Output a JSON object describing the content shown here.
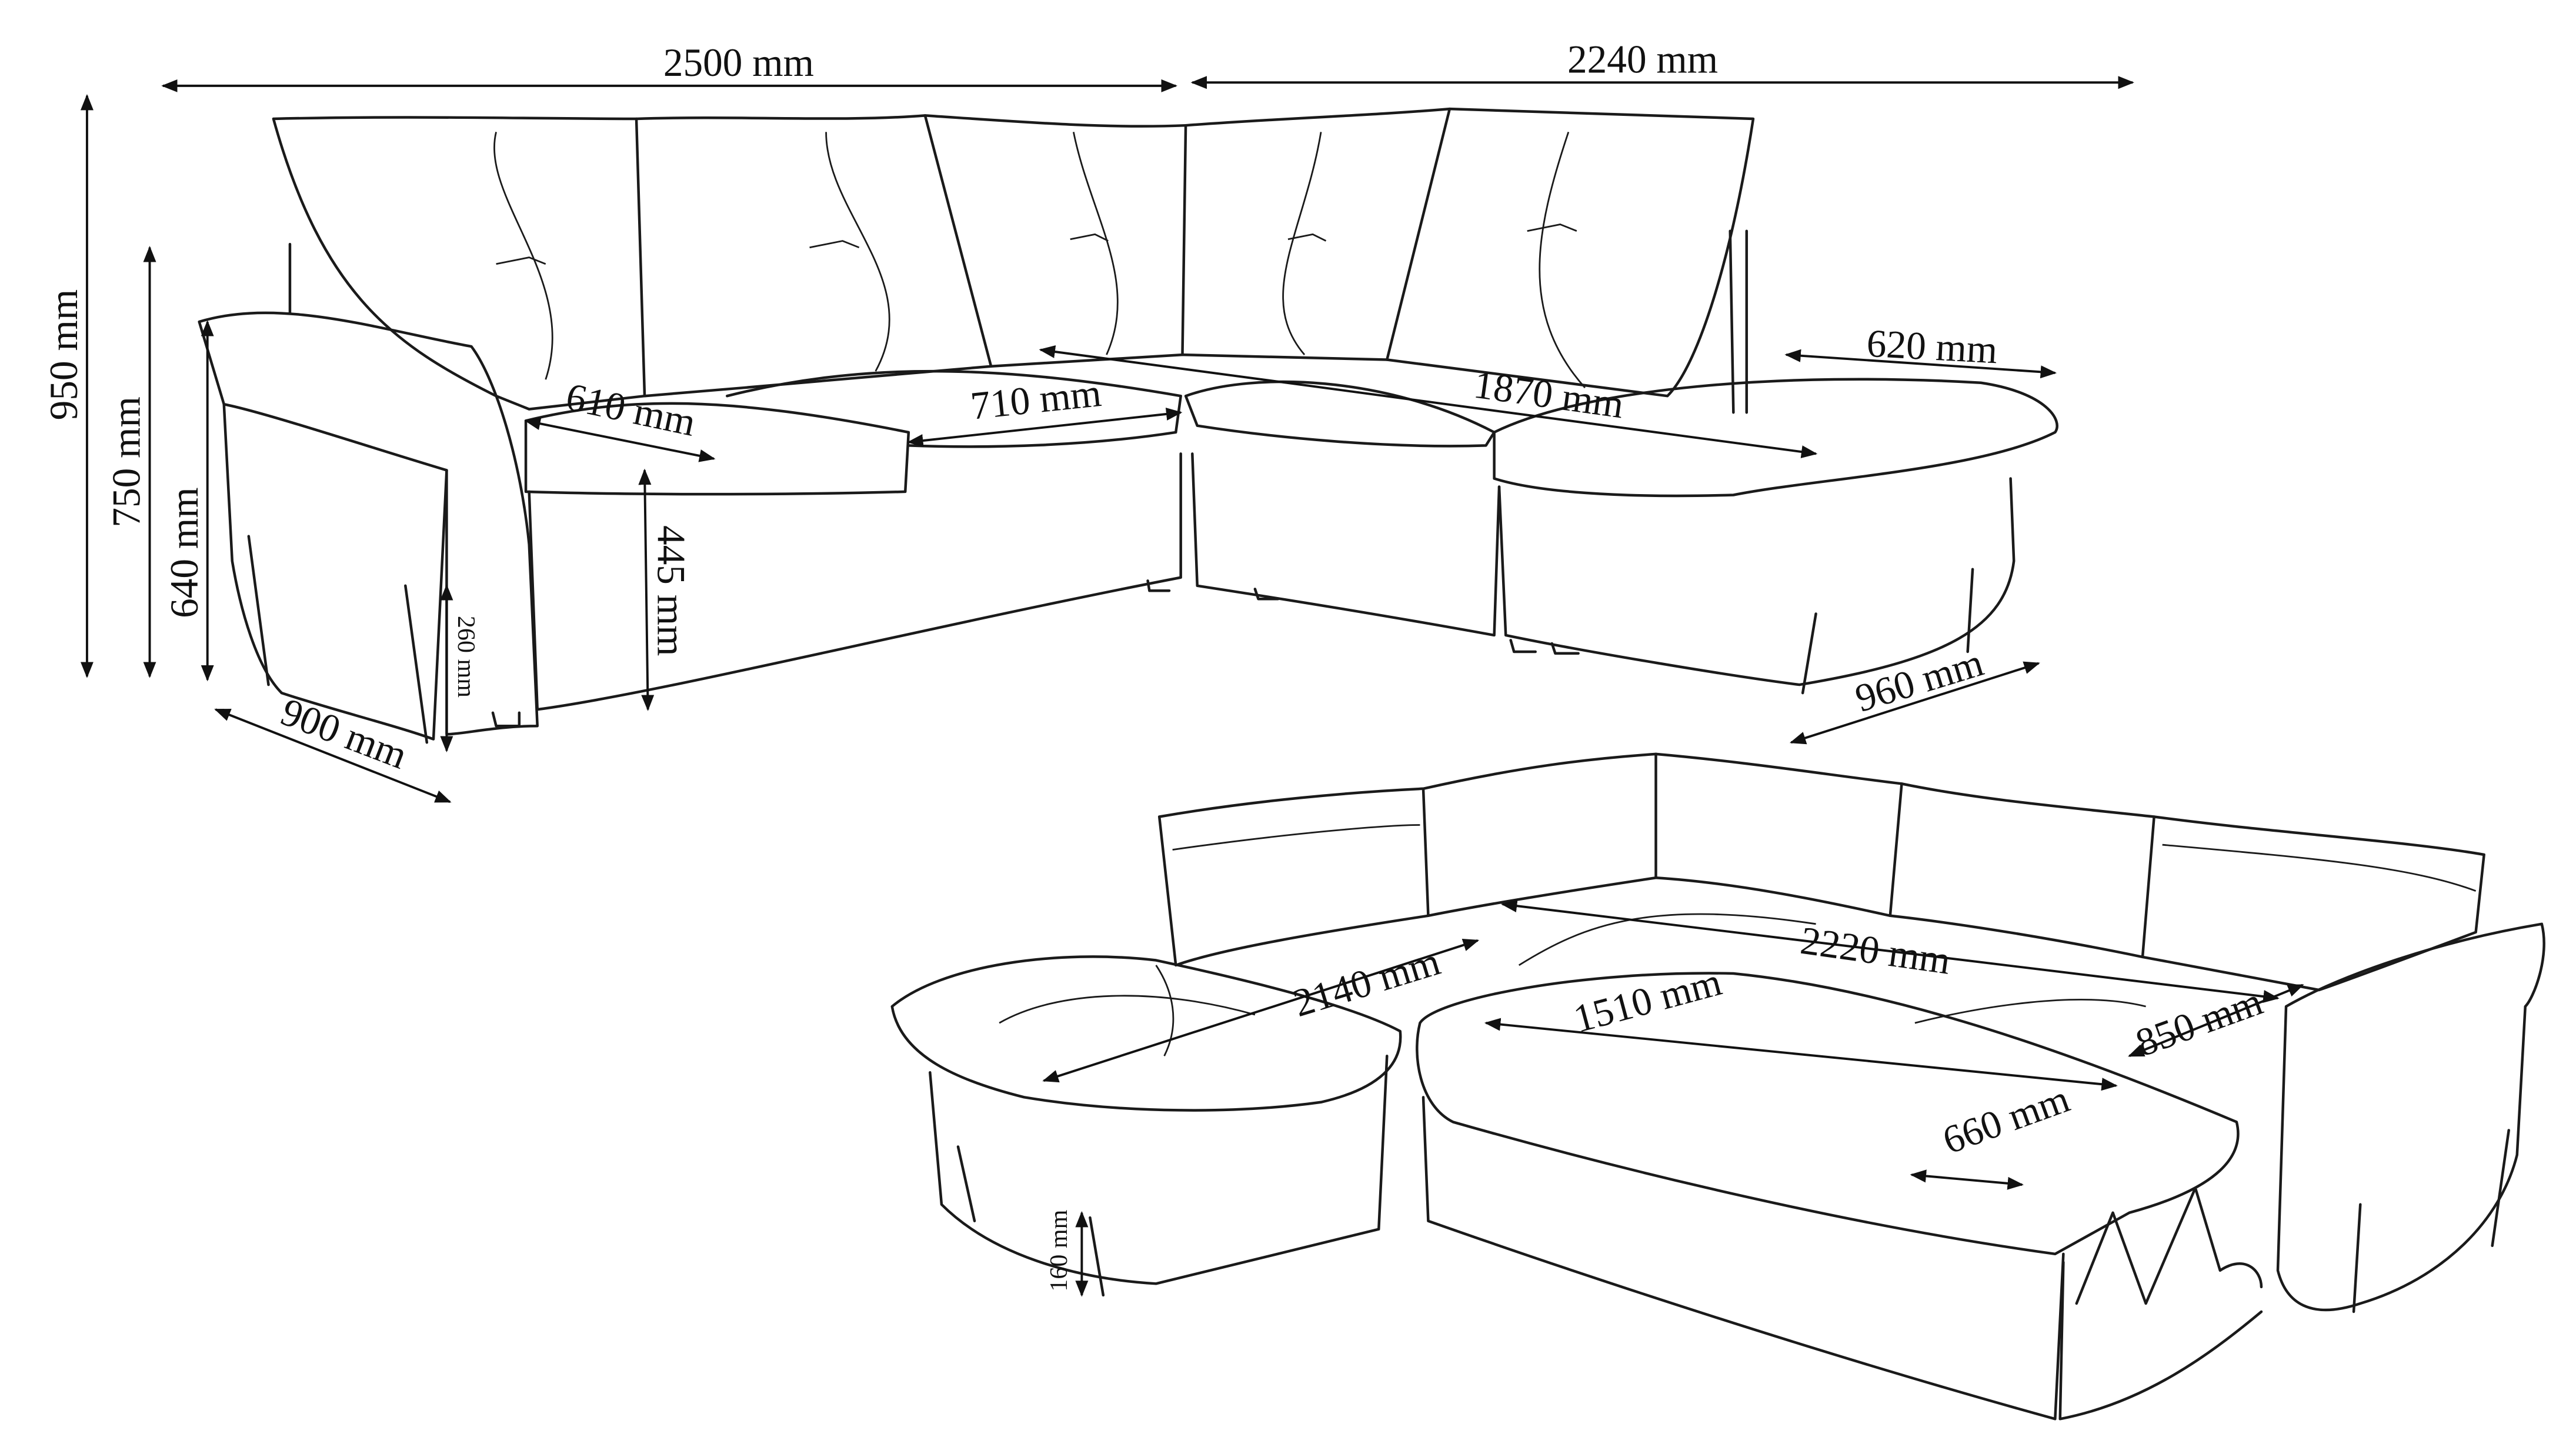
{
  "colors": {
    "line": "#1a1a1a",
    "background": "#ffffff"
  },
  "corner_sofa": {
    "width_left": "2500 mm",
    "width_right": "2240 mm",
    "total_height": "950 mm",
    "back_height": "750 mm",
    "armrest_height": "640 mm",
    "seat_depth_left": "610 mm",
    "seat_width_mid": "710 mm",
    "seat_length_right": "1870 mm",
    "chaise_width": "620 mm",
    "seat_height": "445 mm",
    "leg_height": "260 mm",
    "depth_left": "900 mm",
    "depth_right": "960 mm"
  },
  "sofa_bed": {
    "chaise_length": "2140 mm",
    "back_length": "2220 mm",
    "bed_length": "1510 mm",
    "seat_depth": "850 mm",
    "bed_width": "660 mm",
    "leg_height": "160 mm"
  }
}
